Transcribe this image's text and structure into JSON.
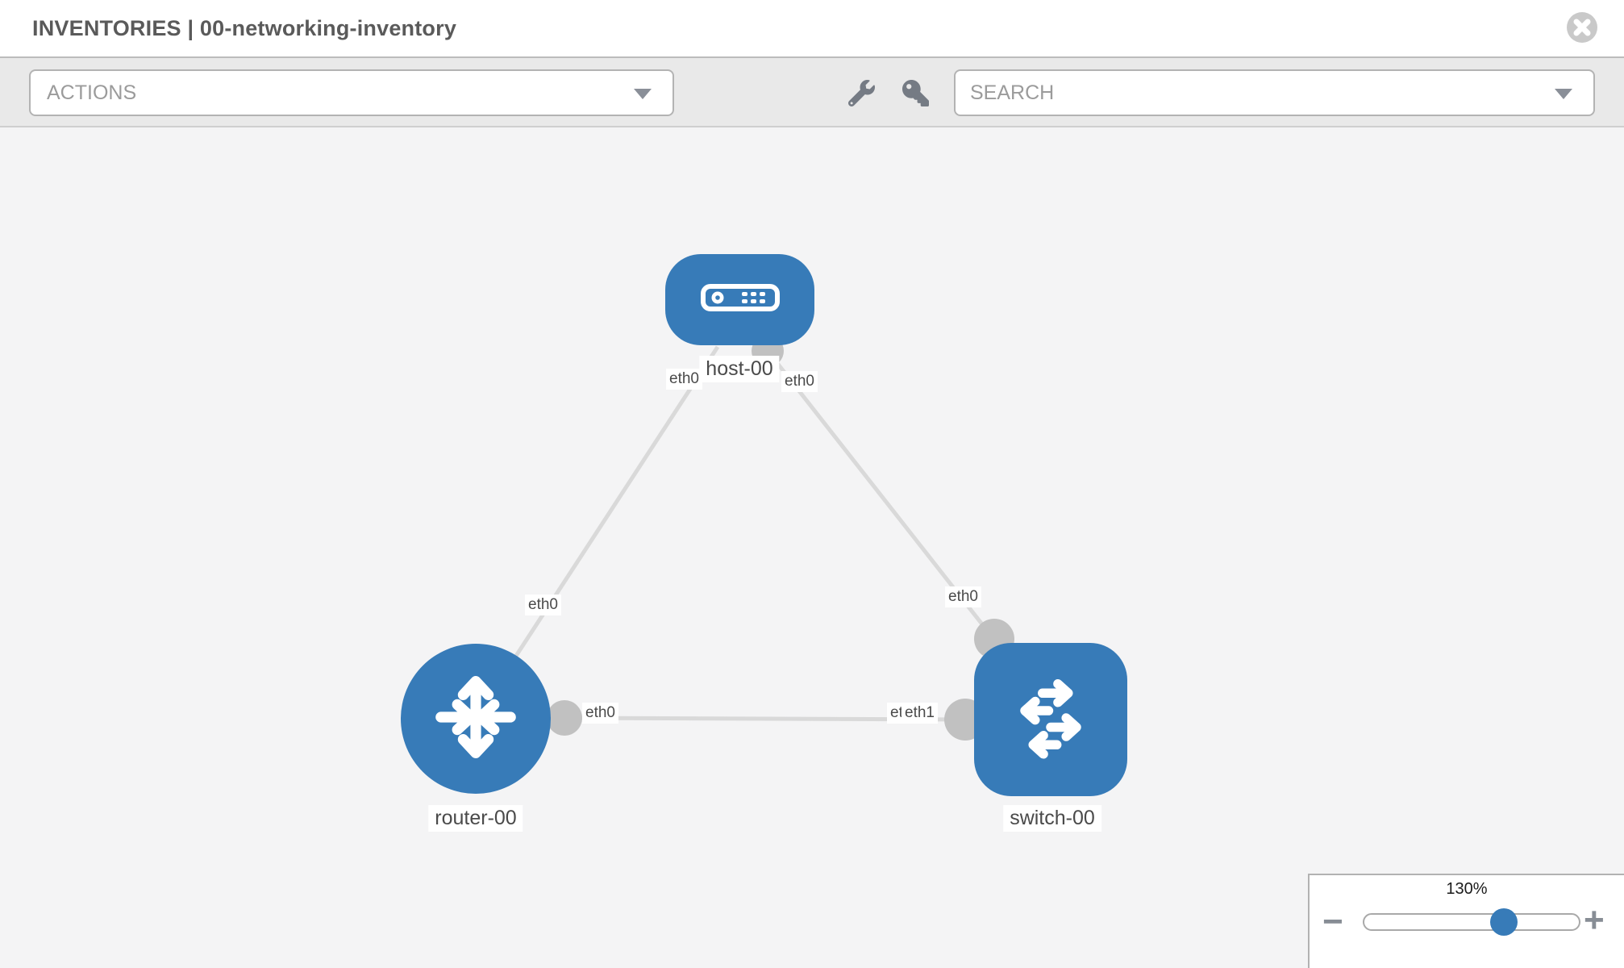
{
  "window": {
    "title": "INVENTORIES | 00-networking-inventory"
  },
  "toolbar": {
    "actions_label": "ACTIONS",
    "search_placeholder": "SEARCH",
    "icons": [
      "wrench-icon",
      "key-icon",
      "chevron-down-icon"
    ]
  },
  "topology": {
    "node_color": "#377bb8",
    "link_color": "#d9d9d9",
    "port_color": "#c1c1c1",
    "nodes": [
      {
        "id": "host-00",
        "type": "host",
        "label": "host-00",
        "icon": "host-icon"
      },
      {
        "id": "router-00",
        "type": "router",
        "label": "router-00",
        "icon": "router-icon"
      },
      {
        "id": "switch-00",
        "type": "switch",
        "label": "switch-00",
        "icon": "switch-icon"
      }
    ],
    "links": [
      {
        "source": "host-00",
        "source_label": "eth0",
        "target": "router-00",
        "target_label": "eth0"
      },
      {
        "source": "host-00",
        "source_label": "eth0",
        "target": "switch-00",
        "target_label": "eth0"
      },
      {
        "source": "router-00",
        "source_label": "eth0",
        "target": "switch-00",
        "target_label": "eth1",
        "target_label_overlapped": "eth0"
      }
    ]
  },
  "zoom_control": {
    "value": "130%",
    "zoom_out_label": "−",
    "zoom_in_label": "+"
  }
}
